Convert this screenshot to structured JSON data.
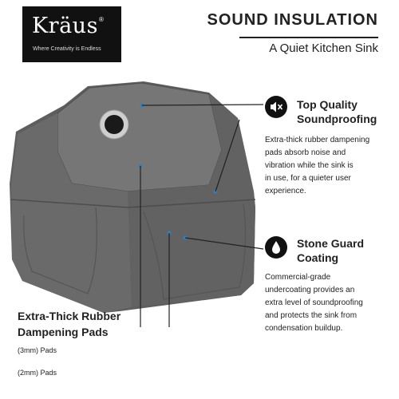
{
  "brand": {
    "name": "Kräus",
    "registered": "®",
    "tagline": "Where Creativity is Endless"
  },
  "header": {
    "title": "SOUND INSULATION",
    "subtitle": "A Quiet Kitchen Sink"
  },
  "features": [
    {
      "icon": "muted-speaker-icon",
      "title_line1": "Top Quality",
      "title_line2": "Soundproofing",
      "desc_lines": [
        "Extra-thick rubber dampening",
        "pads absorb noise and",
        "vibration while the sink is",
        "in use, for a quieter user",
        "experience."
      ]
    },
    {
      "icon": "water-drop-icon",
      "title_line1": "Stone Guard",
      "title_line2": "Coating",
      "desc_lines": [
        "Commercial-grade",
        "undercoating provides an",
        "extra level of soundproofing",
        "and protects the sink from",
        "condensation buildup."
      ]
    }
  ],
  "pads": {
    "title_line1": "Extra-Thick Rubber",
    "title_line2": "Dampening Pads",
    "labels": [
      "(3mm) Pads",
      "(2mm) Pads"
    ]
  },
  "colors": {
    "sink_dark": "#5a5a5a",
    "sink_mid": "#6e6e6e",
    "sink_light": "#858585",
    "callout_dot": "#2f7fc1",
    "text": "#222222"
  }
}
